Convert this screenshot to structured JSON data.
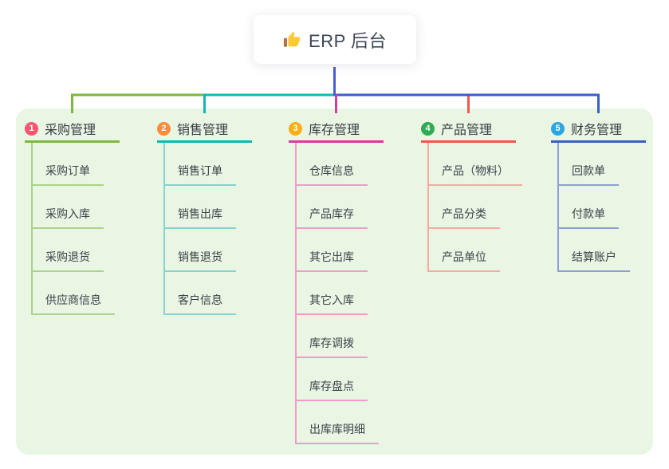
{
  "root": {
    "title": "ERP 后台",
    "icon": "thumbs-up"
  },
  "colors": {
    "page_bg": "#ffffff",
    "panel_bg": "#e9f6e3",
    "root_line": "#4b5bd6",
    "root_text": "#3d4656",
    "branch_title_text": "#363c44",
    "item_text": "#3c424a"
  },
  "branches": [
    {
      "num": "1",
      "label": "采购管理",
      "badge": "#f6576f",
      "line": "#7cb93e",
      "subline": "#abd389",
      "items": [
        "采购订单",
        "采购入库",
        "采购退货",
        "供应商信息"
      ]
    },
    {
      "num": "2",
      "label": "销售管理",
      "badge": "#fb8b3d",
      "line": "#12b7b3",
      "subline": "#84d4ce",
      "items": [
        "销售订单",
        "销售出库",
        "销售退货",
        "客户信息"
      ]
    },
    {
      "num": "3",
      "label": "库存管理",
      "badge": "#fbae17",
      "line": "#da3a9d",
      "subline": "#ef9cc8",
      "items": [
        "仓库信息",
        "产品库存",
        "其它出库",
        "其它入库",
        "库存调拨",
        "库存盘点",
        "出库库明细"
      ]
    },
    {
      "num": "4",
      "label": "产品管理",
      "badge": "#2fab52",
      "line": "#f2574d",
      "subline": "#f9a9a2",
      "items": [
        "产品（物料）",
        "产品分类",
        "产品单位"
      ]
    },
    {
      "num": "5",
      "label": "财务管理",
      "badge": "#2da5e1",
      "line": "#3b5ec7",
      "subline": "#8e9dd9",
      "items": [
        "回款单",
        "付款单",
        "结算账户"
      ]
    }
  ]
}
